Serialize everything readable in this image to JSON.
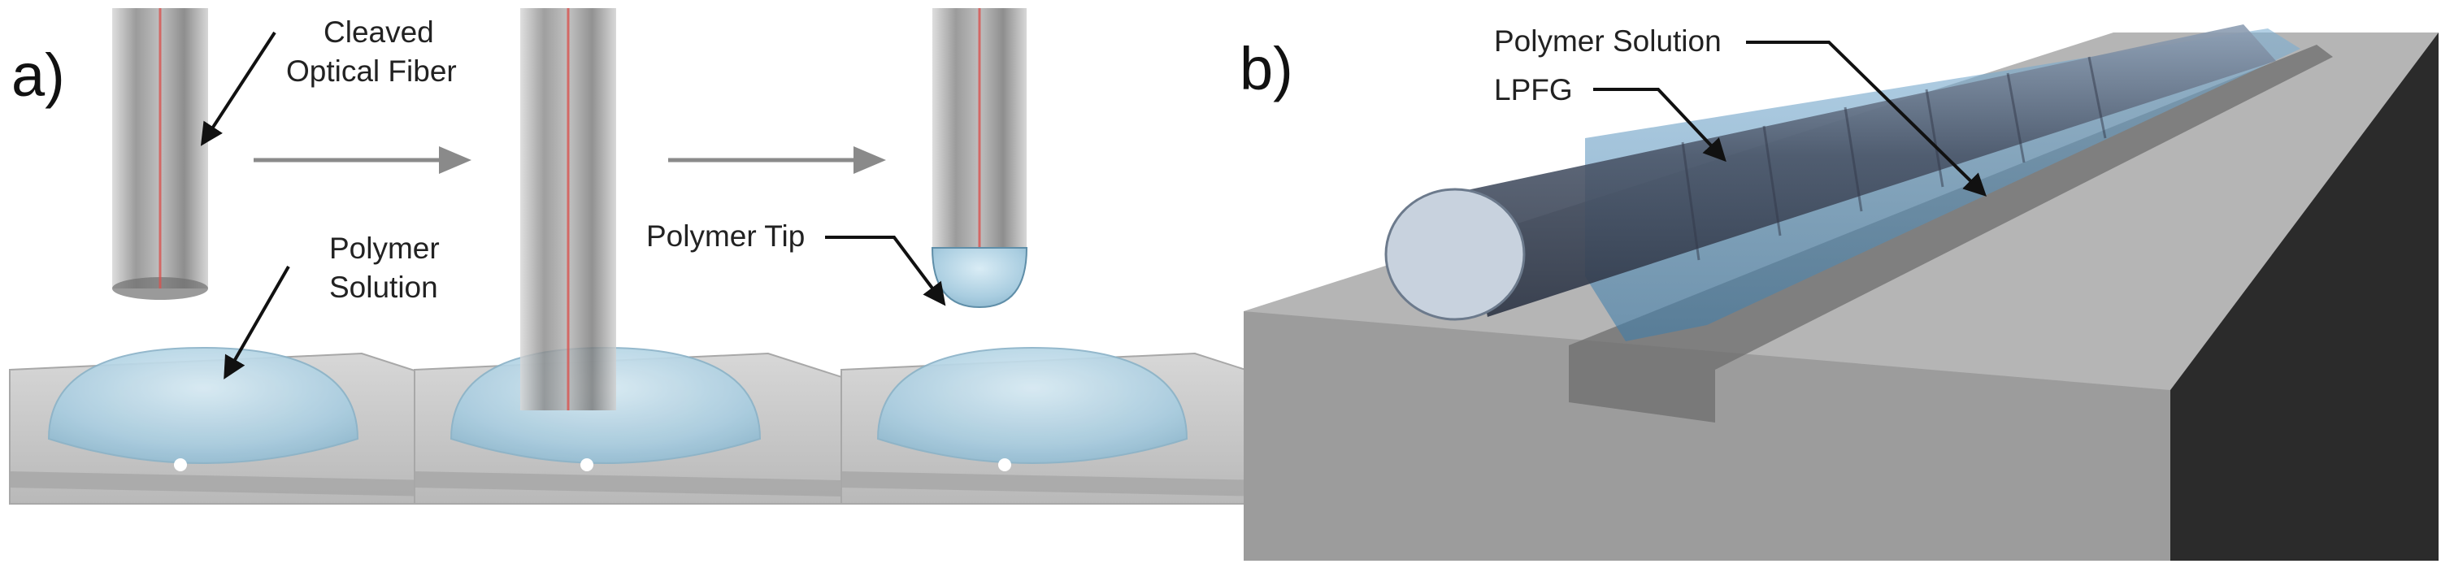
{
  "panel_a": {
    "label": "a)",
    "callouts": {
      "fiber_line1": "Cleaved",
      "fiber_line2": "Optical Fiber",
      "solution_line1": "Polymer",
      "solution_line2": "Solution",
      "tip": "Polymer Tip"
    }
  },
  "panel_b": {
    "label": "b)",
    "callouts": {
      "solution": "Polymer Solution",
      "grating": "LPFG"
    }
  },
  "colors": {
    "fiber": "#8f8f8f",
    "fiber_core": "#d9534f",
    "droplet": "#a9cde0",
    "slide": "#c9c9c9",
    "block_top": "#b5b5b5",
    "block_side": "#959595",
    "block_dark": "#2b2b2b",
    "arrow": "#8a8a8a"
  }
}
